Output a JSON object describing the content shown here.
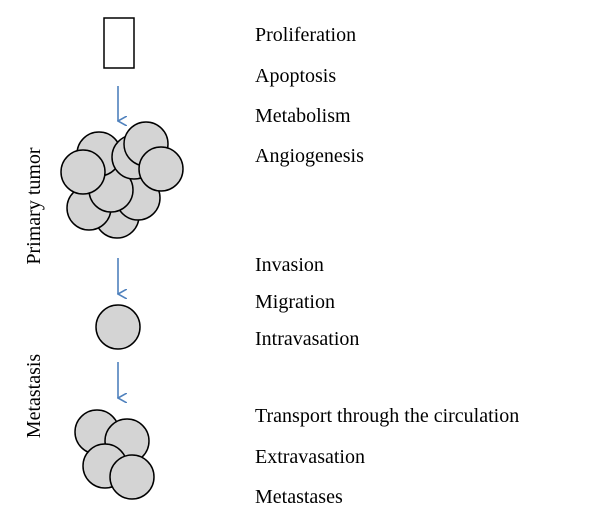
{
  "side_labels": {
    "primary": "Primary tumor",
    "metastasis": "Metastasis"
  },
  "stage1_labels": [
    "Proliferation",
    "Apoptosis",
    "Metabolism",
    "Angiogenesis"
  ],
  "stage2_labels": [
    "Invasion",
    "Migration",
    "Intravasation"
  ],
  "stage3_labels": [
    "Transport through the circulation",
    "Extravasation",
    "Metastases"
  ],
  "colors": {
    "arrow": "#4f81bd",
    "cell_fill": "#d4d4d4",
    "cell_stroke": "#000000"
  }
}
